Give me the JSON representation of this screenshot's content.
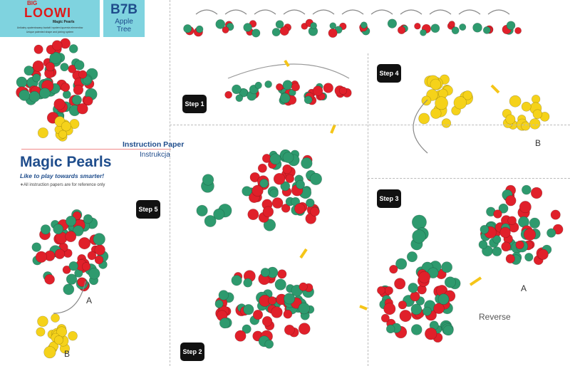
{
  "brand": {
    "big": "BIG",
    "name": "LOOWI",
    "product": "Magic Pearls",
    "tagline_pl": "Unikalny opatentowany kształt i system łączenia elementów",
    "tagline_en": "Unique patented shape and joining system"
  },
  "model": {
    "code": "B7B",
    "name_line1": "Apple",
    "name_line2": "Tree"
  },
  "header": {
    "instruction_paper": "Instruction Paper",
    "instrukcja": "Instrukcja",
    "title": "Magic Pearls",
    "slogan": "Like to play towards smarter!",
    "note": "∗All instruction papers are for reference only"
  },
  "steps": {
    "s1": "Step 1",
    "s2": "Step 2",
    "s3": "Step 3",
    "s4": "Step 4",
    "s5": "Step 5"
  },
  "labels": {
    "a_step5": "A",
    "b_step5": "B",
    "a_step3": "A",
    "b_step4": "B",
    "reverse": "Reverse"
  },
  "colors": {
    "red": "#e0202a",
    "green": "#2e9a6e",
    "yellow": "#f5d21a",
    "logo_bg": "#7fd3df",
    "title_blue": "#1f4d8c"
  }
}
